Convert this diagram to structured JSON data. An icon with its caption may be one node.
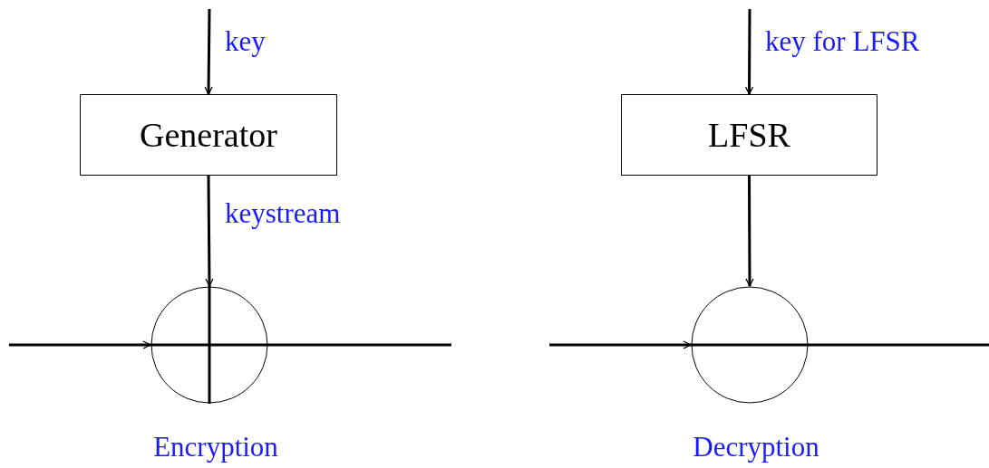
{
  "diagram": {
    "nodes": [
      {
        "text": [
          "Generator"
        ]
      },
      {
        "text": [],
        "shape": "circle",
        "beside": [
          "Encryption"
        ]
      },
      {
        "text": [
          "LFSR"
        ]
      },
      {
        "text": [],
        "shape": "circle",
        "beside": [
          "Decryption"
        ]
      }
    ],
    "edges": [
      {
        "from": null,
        "to": 0,
        "arrow": "to",
        "label": "key"
      },
      {
        "from": 0,
        "to": 1,
        "arrow": "to",
        "label": "keystream"
      },
      {
        "from": null,
        "to": 1,
        "arrow": "to"
      },
      {
        "from": 1,
        "to": null,
        "arrow": "none"
      },
      {
        "from": null,
        "to": 2,
        "arrow": "to",
        "label": "key for LFSR"
      },
      {
        "from": 2,
        "to": 3,
        "arrow": "to"
      },
      {
        "from": null,
        "to": 3,
        "arrow": "to"
      },
      {
        "from": 3,
        "to": null,
        "arrow": "none"
      }
    ]
  }
}
